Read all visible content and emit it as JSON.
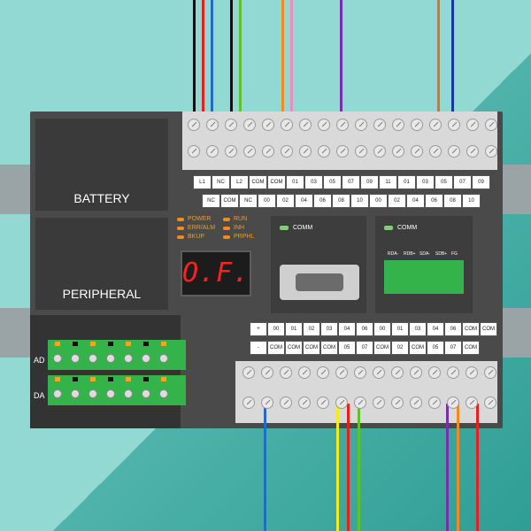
{
  "device": {
    "slots": [
      {
        "label": "BATTERY"
      },
      {
        "label": "PERIPHERAL"
      }
    ],
    "indicators": [
      {
        "label": "POWER"
      },
      {
        "label": "ERR/ALM"
      },
      {
        "label": "BKUP"
      },
      {
        "label": "RUN"
      },
      {
        "label": "INH"
      },
      {
        "label": "PRPHL"
      }
    ],
    "display": "O.F.",
    "comm_ports": [
      {
        "label": "COMM"
      },
      {
        "label": "COMM"
      }
    ],
    "rs485_pins": [
      "RDA-",
      "RDB+",
      "SDA-",
      "SDB+",
      "FG"
    ],
    "analog_labels": [
      "AD",
      "DA"
    ]
  },
  "top_terminal": {
    "row1": [
      "L1",
      "NC",
      "L2",
      "COM",
      "COM",
      "01",
      "03",
      "05",
      "07",
      "09",
      "11",
      "01",
      "03",
      "05",
      "07",
      "09"
    ],
    "row2": [
      "NC",
      "COM",
      "NC",
      "00",
      "02",
      "04",
      "06",
      "08",
      "10",
      "00",
      "02",
      "04",
      "06",
      "08",
      "10"
    ]
  },
  "bottom_terminal": {
    "row1": [
      "+",
      "00",
      "01",
      "02",
      "03",
      "04",
      "06",
      "00",
      "01",
      "03",
      "04",
      "06",
      "COM",
      "COM"
    ],
    "row2": [
      "-",
      "COM",
      "COM",
      "COM",
      "COM",
      "05",
      "07",
      "COM",
      "02",
      "COM",
      "05",
      "07",
      "COM"
    ]
  },
  "colors": {
    "body": "#4a4a4a",
    "display_text": "#ff2222",
    "led_orange": "#f28b1e",
    "led_green": "#7ad36c",
    "terminal_green": "#34b34a"
  },
  "wires_top": [
    "black",
    "red",
    "blue",
    "black",
    "green",
    "orange",
    "pink",
    "purple",
    "brown",
    "navy"
  ],
  "wires_bottom": [
    "blue",
    "yellow",
    "red",
    "green",
    "purple",
    "orange",
    "red"
  ]
}
